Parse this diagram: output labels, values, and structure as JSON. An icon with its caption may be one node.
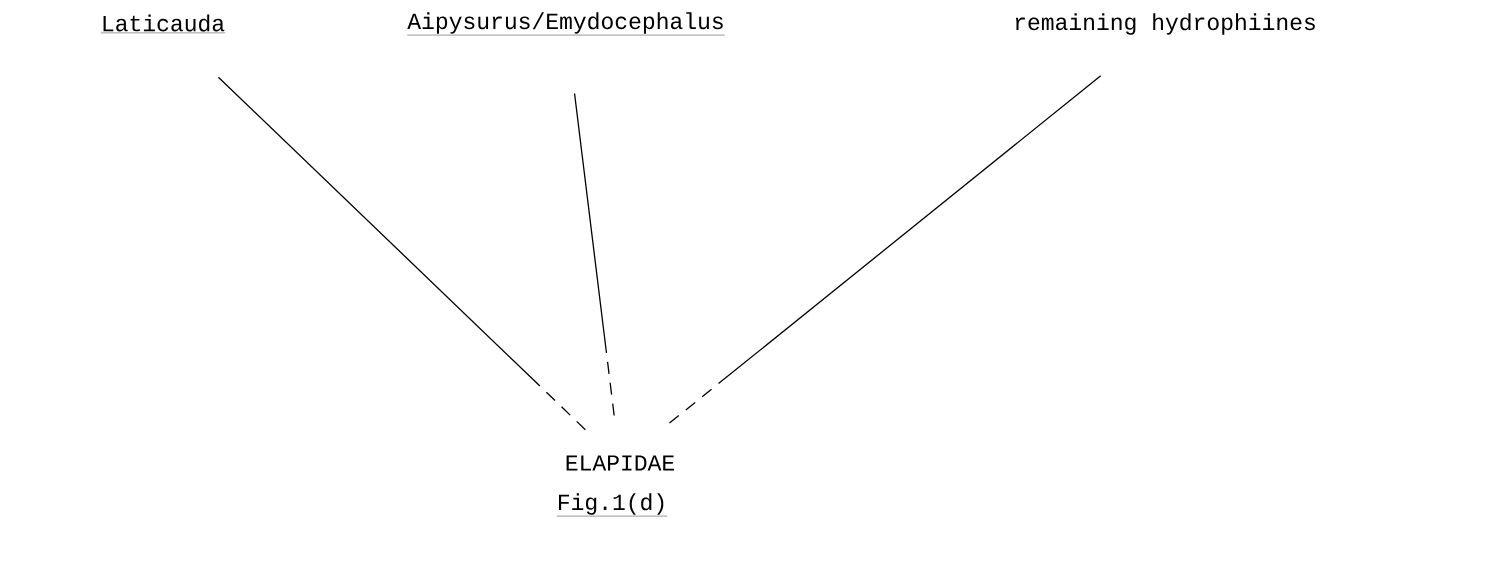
{
  "diagram": {
    "caption": "Fig.1(d)",
    "nodes": [
      {
        "text": [
          "Laticauda"
        ]
      },
      {
        "text": [
          "Aipysurus/Emydocephalus"
        ]
      },
      {
        "text": [
          "remaining hydrophiines"
        ]
      },
      {
        "text": [
          "ELAPIDAE"
        ]
      }
    ],
    "edges": [
      {
        "from": 3,
        "to": 0,
        "arrow": "none"
      },
      {
        "from": 3,
        "to": 1,
        "arrow": "none"
      },
      {
        "from": 3,
        "to": 2,
        "arrow": "none"
      }
    ]
  }
}
